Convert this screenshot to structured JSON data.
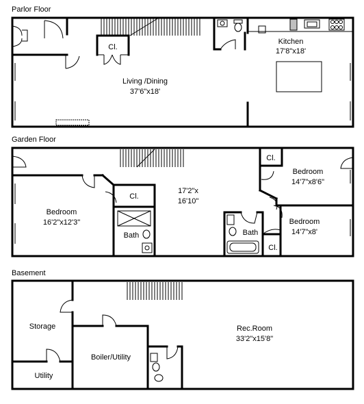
{
  "floors": {
    "parlor": {
      "title": "Parlor Floor",
      "kitchen": {
        "name": "Kitchen",
        "dims": "17'8\"x18'"
      },
      "living": {
        "name": "Living /Dining",
        "dims": "37'6\"x18'"
      },
      "closet": "Cl."
    },
    "garden": {
      "title": "Garden Floor",
      "hall_line1": "17'2\"x",
      "hall_line2": "16'10\"",
      "bedroom_left": {
        "name": "Bedroom",
        "dims": "16'2\"x12'3\""
      },
      "bedroom_tr": {
        "name": "Bedroom",
        "dims": "14'7\"x8'6\""
      },
      "bedroom_br": {
        "name": "Bedroom",
        "dims": "14'7\"x8'"
      },
      "closet_left": "Cl.",
      "closet_top": "Cl.",
      "closet_bottom": "Cl.",
      "bath_left": "Bath",
      "bath_right": "Bath"
    },
    "basement": {
      "title": "Basement",
      "storage": "Storage",
      "utility": "Utility",
      "boiler": "Boiler/Utility",
      "rec_room": {
        "name": "Rec.Room",
        "dims": "33'2\"x15'8\""
      }
    }
  }
}
